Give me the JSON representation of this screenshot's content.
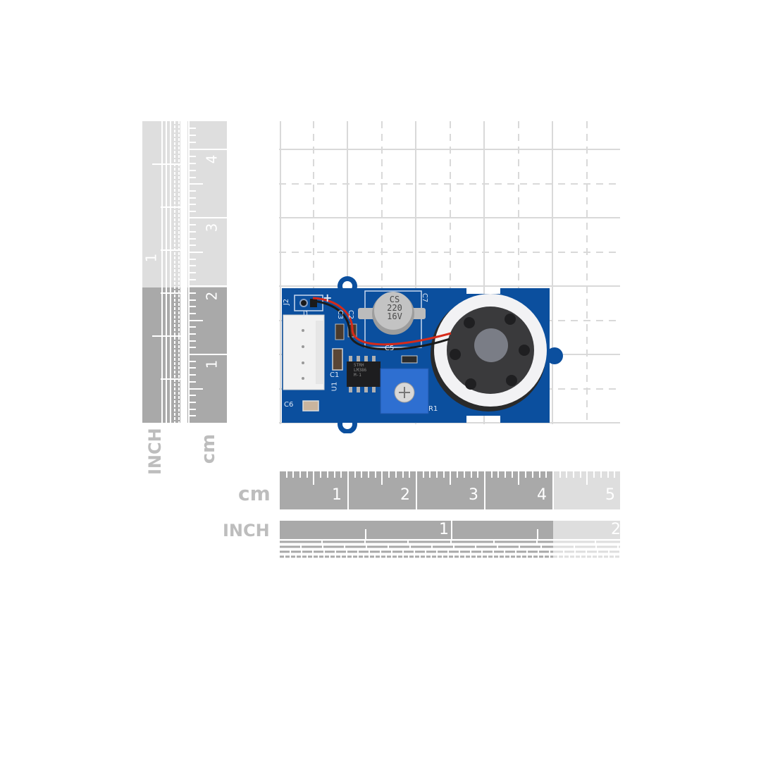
{
  "image": {
    "subject": "Grove speaker module on PCB with scale grid and rulers",
    "background_color": "#ffffff",
    "grid": {
      "major_color": "#d9d9d9",
      "minor_dashed_color": "#d9d9d9"
    }
  },
  "vertical_rulers": {
    "inch": {
      "label": "INCH",
      "numbers": [
        "1"
      ],
      "dark_color": "#a9a9a9",
      "light_color": "#dedede"
    },
    "cm": {
      "label": "cm",
      "numbers": [
        "1",
        "2",
        "3",
        "4"
      ],
      "dark_color": "#a9a9a9",
      "light_color": "#dedede"
    }
  },
  "horizontal_rulers": {
    "cm": {
      "label": "cm",
      "numbers": [
        "1",
        "2",
        "3",
        "4",
        "5"
      ]
    },
    "inch": {
      "label": "INCH",
      "numbers": [
        "1",
        "2"
      ]
    }
  },
  "board": {
    "pcb_color": "#0b4f9e",
    "silkscreen": {
      "j2": "J2",
      "plus": "+",
      "j1": "J1",
      "c3": "C3",
      "c2": "C2",
      "c7": "C7",
      "c5": "C5",
      "c1": "C1",
      "u1": "U1",
      "c6": "C6",
      "r1": "R1"
    },
    "capacitor_text": [
      "CS",
      "220",
      "16V"
    ],
    "ic_text": [
      "5TRH",
      "LM386",
      "M-1"
    ],
    "potentiometer_color": "#2e6fd1",
    "speaker": {
      "ring_color": "#f2f2f4",
      "body_color": "#3a3a3c",
      "center_color": "#7a7d86"
    }
  }
}
